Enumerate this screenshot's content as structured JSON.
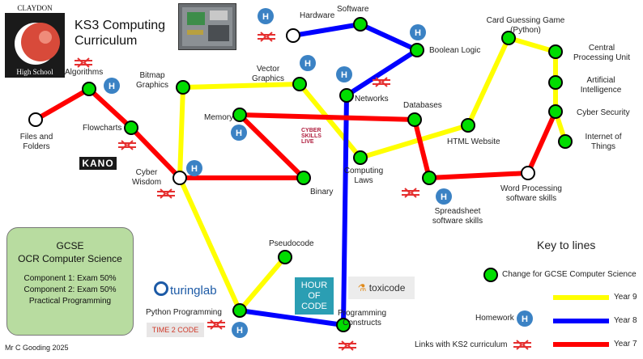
{
  "header": {
    "title_line1": "KS3 Computing",
    "title_line2": "Curriculum",
    "logo_top_text": "CLAYDON",
    "logo_bottom_text": "High School"
  },
  "stations": {
    "files": "Files and\nFolders",
    "algorithms": "Algorithms",
    "flowcharts": "Flowcharts",
    "cyber_wisdom": "Cyber\nWisdom",
    "bitmap": "Bitmap\nGraphics",
    "vector": "Vector\nGraphics",
    "hardware": "Hardware",
    "software": "Software",
    "boolean": "Boolean Logic",
    "networks": "Networks",
    "memory": "Memory",
    "binary": "Binary",
    "computing_laws": "Computing\nLaws",
    "databases": "Databases",
    "html": "HTML Website",
    "card": "Card Guessing Game\n(Python)",
    "cpu": "Central\nProcessing Unit",
    "ai": "Artificial\nIntelligence",
    "cyber_security": "Cyber Security",
    "iot": "Internet of\nThings",
    "word": "Word Processing\nsoftware skills",
    "spreadsheet": "Spreadsheet\nsoftware skills",
    "pseudocode": "Pseudocode",
    "python": "Python Programming",
    "prog_constructs": "Programming\nConstructs"
  },
  "homework_badge": "H",
  "gcse_box": {
    "heading1": "GCSE",
    "heading2": "OCR Computer Science",
    "line1": "Component 1: Exam 50%",
    "line2": "Component 2: Exam 50%",
    "line3": "Practical Programming"
  },
  "logos": {
    "kano": "KANO",
    "turinglab": "turinglab",
    "time2code": "TIME 2 CODE",
    "hour_of_code": "HOUR\nOF\nCODE",
    "toxicode": "toxicode",
    "cyber_skills": "CYBER\nSKILLS\nLIVE"
  },
  "key": {
    "title": "Key to lines",
    "gcse_change": "Change for GCSE Computer Science",
    "homework": "Homework",
    "ks2": "Links with KS2 curriculum",
    "year9": "Year 9",
    "year8": "Year 8",
    "year7": "Year 7"
  },
  "colors": {
    "year9": "#ffff00",
    "year8": "#0000ff",
    "year7": "#ff0000",
    "station": "#00dd00",
    "homework": "#3b82c4",
    "ks2": "#e53030",
    "gcse_box": "#b8dca0"
  },
  "author": "Mr C Gooding 2025"
}
